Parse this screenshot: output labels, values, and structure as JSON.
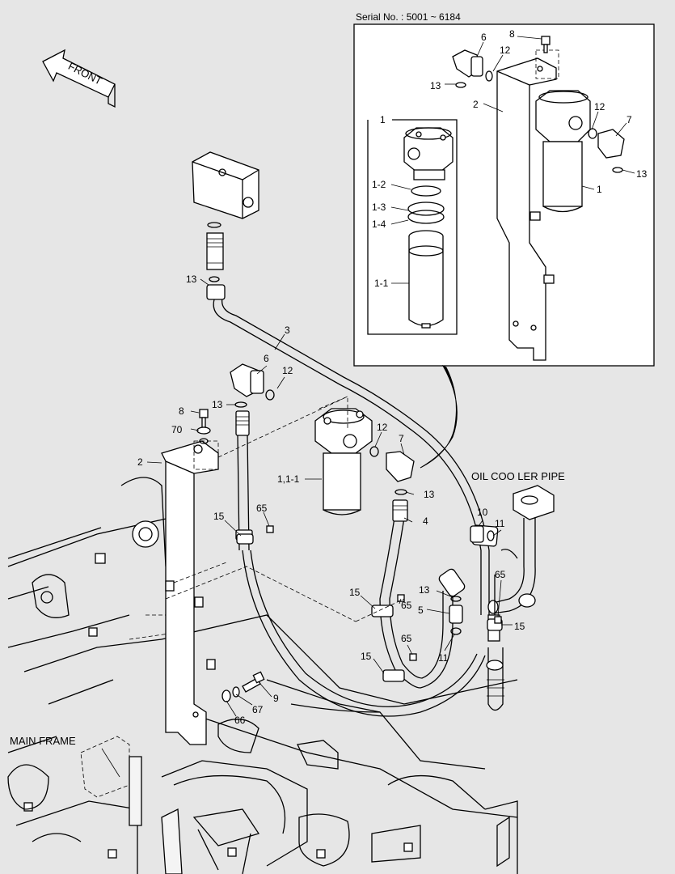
{
  "serial": "Serial No. : 5001 ~ 6184",
  "front": "FRONT",
  "oil_cooler_pipe": "OIL COO LER PIPE",
  "main_frame": "MAIN FRAME",
  "callouts": {
    "main": {
      "p3": "3",
      "p13a": "13",
      "p6": "6",
      "p12a": "12",
      "p13b": "13",
      "p8": "8",
      "p70": "70",
      "p2": "2",
      "p1": "1,1-1",
      "p12b": "12",
      "p7": "7",
      "p13c": "13",
      "p4": "4",
      "p15a": "15",
      "p65a": "65",
      "p15b": "15",
      "p65b": "65",
      "p13d": "13",
      "p5": "5",
      "p65c": "65",
      "p15c": "15",
      "p11a": "11",
      "p10": "10",
      "p11b": "11",
      "p65d": "65",
      "p15d": "15",
      "p9": "9",
      "p67": "67",
      "p66": "66"
    },
    "inset": {
      "p6": "6",
      "p12a": "12",
      "p13a": "13",
      "p8": "8",
      "p2": "2",
      "p12b": "12",
      "p7": "7",
      "p13b": "13",
      "p1": "1",
      "p1top": "1",
      "p1_2": "1-2",
      "p1_3": "1-3",
      "p1_4": "1-4",
      "p1_1": "1-1"
    }
  }
}
